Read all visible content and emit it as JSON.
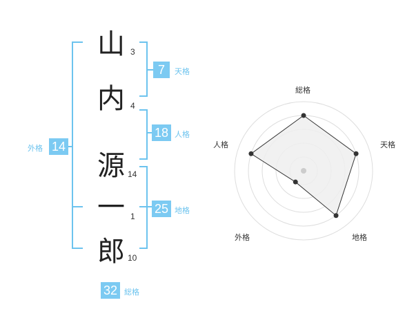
{
  "name": {
    "chars": [
      {
        "char": "山",
        "strokes": "3"
      },
      {
        "char": "内",
        "strokes": "4"
      },
      {
        "char": "源",
        "strokes": "14"
      },
      {
        "char": "一",
        "strokes": "1"
      },
      {
        "char": "郎",
        "strokes": "10"
      }
    ]
  },
  "kaku": {
    "tenkaku": {
      "value": "7",
      "label": "天格"
    },
    "jinkaku": {
      "value": "18",
      "label": "人格"
    },
    "chikaku": {
      "value": "25",
      "label": "地格"
    },
    "gaikaku": {
      "value": "14",
      "label": "外格"
    },
    "soukaku": {
      "value": "32",
      "label": "総格"
    }
  },
  "radar": {
    "labels": {
      "soukaku": "総格",
      "tenkaku": "天格",
      "chikaku": "地格",
      "gaikaku": "外格",
      "jinkaku": "人格"
    },
    "rings": 5,
    "max": 5,
    "values": {
      "soukaku": 4,
      "tenkaku": 4,
      "chikaku": 4,
      "gaikaku": 1,
      "jinkaku": 4
    },
    "colors": {
      "ring": "#dddddd",
      "fill": "#eeeeee",
      "line": "#333333",
      "center": "#cccccc"
    }
  }
}
